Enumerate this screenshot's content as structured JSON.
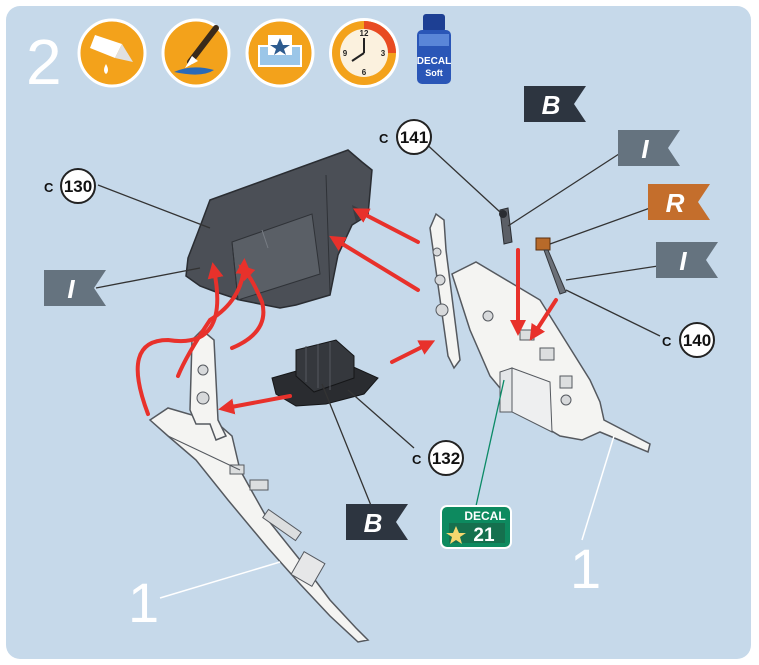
{
  "step": {
    "number": "2"
  },
  "icons": [
    {
      "name": "glue-bottle-icon"
    },
    {
      "name": "paint-brush-icon"
    },
    {
      "name": "decal-water-icon"
    },
    {
      "name": "clock-icon",
      "numbers": [
        "12",
        "3",
        "6",
        "9"
      ]
    },
    {
      "name": "decal-soft-bottle-icon",
      "label_top": "DECAL",
      "label_bottom": "Soft"
    }
  ],
  "callouts": [
    {
      "letter": "C",
      "number": "130"
    },
    {
      "letter": "C",
      "number": "141"
    },
    {
      "letter": "C",
      "number": "140"
    },
    {
      "letter": "C",
      "number": "132"
    }
  ],
  "flags": {
    "b_top": "B",
    "i_upper": "I",
    "r": "R",
    "i_mid": "I",
    "i_left": "I",
    "b_bottom": "B"
  },
  "decal": {
    "label": "DECAL",
    "number": "21"
  },
  "assembly_numbers": {
    "left": "1",
    "right": "1"
  },
  "colors": {
    "background": "#c6d9ea",
    "flag_dark": "#2d3540",
    "flag_slate": "#65737f",
    "flag_orange": "#c46e2c",
    "arrow_red": "#e8312b",
    "icon_orange": "#f3a21b",
    "decal_green": "#0d8a5f"
  }
}
